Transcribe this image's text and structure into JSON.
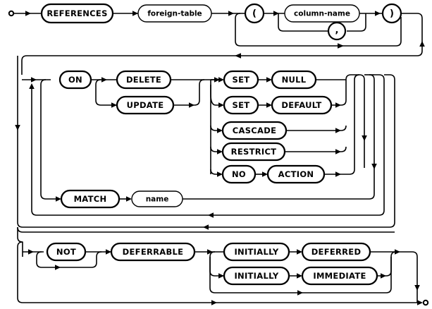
{
  "diagram": {
    "title": "REFERENCES clause railroad syntax diagram",
    "type": "railroad-syntax-diagram",
    "colors": {
      "line": "#000000",
      "background": "#ffffff",
      "box_fill": "#ffffff"
    },
    "start_marker": "start-circle",
    "end_marker": "end-circle",
    "rows": [
      {
        "id": "row-references",
        "nodes": [
          {
            "id": "kw-references",
            "label": "REFERENCES",
            "kind": "keyword"
          },
          {
            "id": "nt-foreign-table",
            "label": "foreign-table",
            "kind": "nonterminal"
          },
          {
            "id": "sym-lparen",
            "label": "(",
            "kind": "symbol"
          },
          {
            "id": "nt-column-name",
            "label": "column-name",
            "kind": "nonterminal"
          },
          {
            "id": "sym-comma",
            "label": ",",
            "kind": "symbol"
          },
          {
            "id": "sym-rparen",
            "label": ")",
            "kind": "symbol"
          }
        ]
      },
      {
        "id": "row-on-action",
        "nodes": [
          {
            "id": "kw-on",
            "label": "ON",
            "kind": "keyword"
          },
          {
            "id": "kw-delete",
            "label": "DELETE",
            "kind": "keyword"
          },
          {
            "id": "kw-update",
            "label": "UPDATE",
            "kind": "keyword"
          },
          {
            "id": "kw-set-1",
            "label": "SET",
            "kind": "keyword"
          },
          {
            "id": "kw-null",
            "label": "NULL",
            "kind": "keyword"
          },
          {
            "id": "kw-set-2",
            "label": "SET",
            "kind": "keyword"
          },
          {
            "id": "kw-default",
            "label": "DEFAULT",
            "kind": "keyword"
          },
          {
            "id": "kw-cascade",
            "label": "CASCADE",
            "kind": "keyword"
          },
          {
            "id": "kw-restrict",
            "label": "RESTRICT",
            "kind": "keyword"
          },
          {
            "id": "kw-no",
            "label": "NO",
            "kind": "keyword"
          },
          {
            "id": "kw-action",
            "label": "ACTION",
            "kind": "keyword"
          }
        ]
      },
      {
        "id": "row-match",
        "nodes": [
          {
            "id": "kw-match",
            "label": "MATCH",
            "kind": "keyword"
          },
          {
            "id": "nt-name",
            "label": "name",
            "kind": "nonterminal"
          }
        ]
      },
      {
        "id": "row-deferrable",
        "nodes": [
          {
            "id": "kw-not",
            "label": "NOT",
            "kind": "keyword"
          },
          {
            "id": "kw-deferrable",
            "label": "DEFERRABLE",
            "kind": "keyword"
          },
          {
            "id": "kw-initially-1",
            "label": "INITIALLY",
            "kind": "keyword"
          },
          {
            "id": "kw-deferred",
            "label": "DEFERRED",
            "kind": "keyword"
          },
          {
            "id": "kw-initially-2",
            "label": "INITIALLY",
            "kind": "keyword"
          },
          {
            "id": "kw-immediate",
            "label": "IMMEDIATE",
            "kind": "keyword"
          }
        ]
      }
    ],
    "labels": {
      "references": "REFERENCES",
      "foreign_table": "foreign-table",
      "lparen": "(",
      "rparen": ")",
      "comma": ",",
      "column_name": "column-name",
      "on": "ON",
      "delete": "DELETE",
      "update": "UPDATE",
      "set1": "SET",
      "null": "NULL",
      "set2": "SET",
      "default": "DEFAULT",
      "cascade": "CASCADE",
      "restrict": "RESTRICT",
      "no": "NO",
      "action": "ACTION",
      "match": "MATCH",
      "name": "name",
      "not": "NOT",
      "deferrable": "DEFERRABLE",
      "initially1": "INITIALLY",
      "deferred": "DEFERRED",
      "initially2": "INITIALLY",
      "immediate": "IMMEDIATE"
    }
  }
}
